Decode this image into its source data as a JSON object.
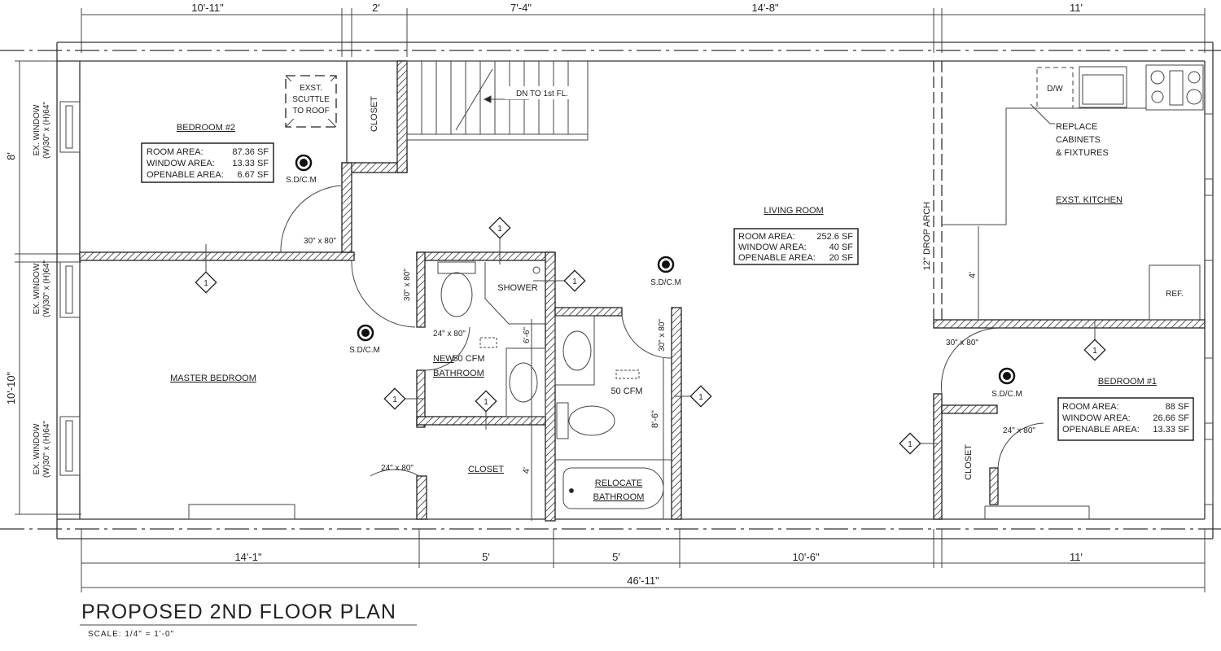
{
  "title": "PROPOSED 2ND FLOOR PLAN",
  "scale": "SCALE: 1/4\" = 1'-0\"",
  "dimensions": {
    "top": [
      "10'-11\"",
      "2'",
      "7'-4\"",
      "14'-8\"",
      "11'"
    ],
    "bottom": [
      "14'-1\"",
      "5'",
      "5'",
      "10'-6\"",
      "11'"
    ],
    "overall": "46'-11\"",
    "left": [
      "8'",
      "10'-10\""
    ],
    "interior": {
      "bath_upper": "6'-6\"",
      "closet": "4'",
      "bath_lower": "8'-6\"",
      "kitchen": "4'"
    }
  },
  "rooms": {
    "bedroom2": {
      "name": "BEDROOM #2",
      "rows": [
        [
          "ROOM AREA:",
          "87.36 SF"
        ],
        [
          "WINDOW AREA:",
          "13.33 SF"
        ],
        [
          "OPENABLE AREA:",
          "6.67 SF"
        ]
      ]
    },
    "living": {
      "name": "LIVING ROOM",
      "rows": [
        [
          "ROOM AREA:",
          "252.6 SF"
        ],
        [
          "WINDOW AREA:",
          "40 SF"
        ],
        [
          "OPENABLE AREA:",
          "20 SF"
        ]
      ]
    },
    "bedroom1": {
      "name": "BEDROOM #1",
      "rows": [
        [
          "ROOM AREA:",
          "88 SF"
        ],
        [
          "WINDOW AREA:",
          "26.66 SF"
        ],
        [
          "OPENABLE AREA:",
          "13.33 SF"
        ]
      ]
    },
    "master": {
      "name": "MASTER BEDROOM"
    },
    "new_bath": {
      "name_1": "NEW",
      "name_2": "BATHROOM"
    },
    "relocate_bath": {
      "name_1": "RELOCATE",
      "name_2": "BATHROOM"
    },
    "kitchen": {
      "name": "EXST. KITCHEN"
    },
    "shower": "SHOWER",
    "closet": "CLOSET"
  },
  "notes": {
    "scuttle": [
      "EXST.",
      "SCUTTLE",
      "TO ROOF"
    ],
    "stairs": "DN TO 1st FL.",
    "replace": [
      "REPLACE",
      "CABINETS",
      "& FIXTURES"
    ],
    "drop_arch": "12\" DROP ARCH",
    "dw": "D/W",
    "ref": "REF.",
    "fan": "50 CFM",
    "smoke": "S.D/C.M",
    "keynote": "1",
    "window": [
      "EX. WINDOW",
      "(W)30\" x (H)64\""
    ]
  },
  "doors": {
    "d30": "30\" x 80\"",
    "d24": "24\" x 80\""
  }
}
